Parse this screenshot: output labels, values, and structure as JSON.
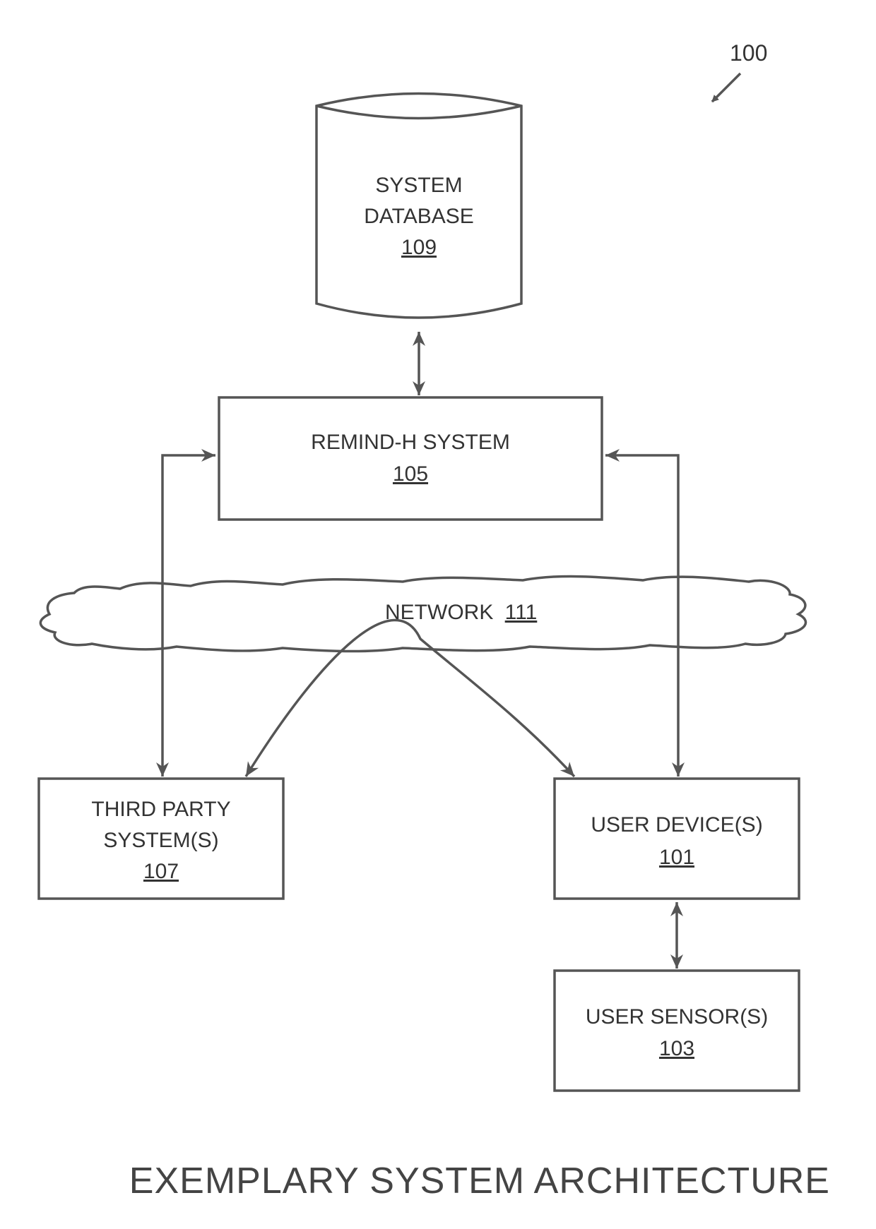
{
  "figure_ref": "100",
  "caption": "EXEMPLARY SYSTEM ARCHITECTURE",
  "nodes": {
    "system_database": {
      "line1": "SYSTEM",
      "line2": "DATABASE",
      "ref": "109"
    },
    "remind_system": {
      "line1": "REMIND-H SYSTEM",
      "ref": "105"
    },
    "network": {
      "label": "NETWORK",
      "ref": "111"
    },
    "third_party": {
      "line1": "THIRD PARTY",
      "line2": "SYSTEM(S)",
      "ref": "107"
    },
    "user_device": {
      "line1": "USER DEVICE(S)",
      "ref": "101"
    },
    "user_sensor": {
      "line1": "USER SENSOR(S)",
      "ref": "103"
    }
  },
  "colors": {
    "line": "#555555",
    "text": "#333333",
    "background": "#ffffff"
  }
}
